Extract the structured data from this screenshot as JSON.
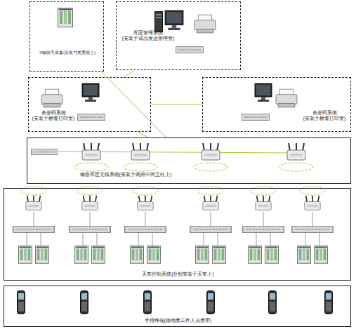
{
  "diagram": {
    "nodes": [
      {
        "text": [
          "X轴信号采集(安装与夹面墙上)"
        ]
      },
      {
        "text": [
          "库区管理系统 (安装于成品发运管理室)"
        ]
      },
      {
        "text": [
          "条形码系统 (安装于标签打印室)"
        ]
      },
      {
        "text": [
          "条形码系统 (安装于标签打印室)"
        ]
      },
      {
        "text": [
          "钢卷库区无线系统(安装于两跨中间立柱上)"
        ]
      },
      {
        "text": [
          "天车控制系统(分别安装于天车上)"
        ]
      },
      {
        "text": [
          "手持终端(由地面工作人员携带)"
        ]
      }
    ],
    "edges": [
      {
        "from": 0,
        "to": 4,
        "arrow": "none"
      },
      {
        "from": 1,
        "to": 2,
        "arrow": "none"
      },
      {
        "from": 2,
        "to": 3,
        "arrow": "none"
      },
      {
        "from": 2,
        "to": 4,
        "arrow": "none"
      }
    ]
  }
}
